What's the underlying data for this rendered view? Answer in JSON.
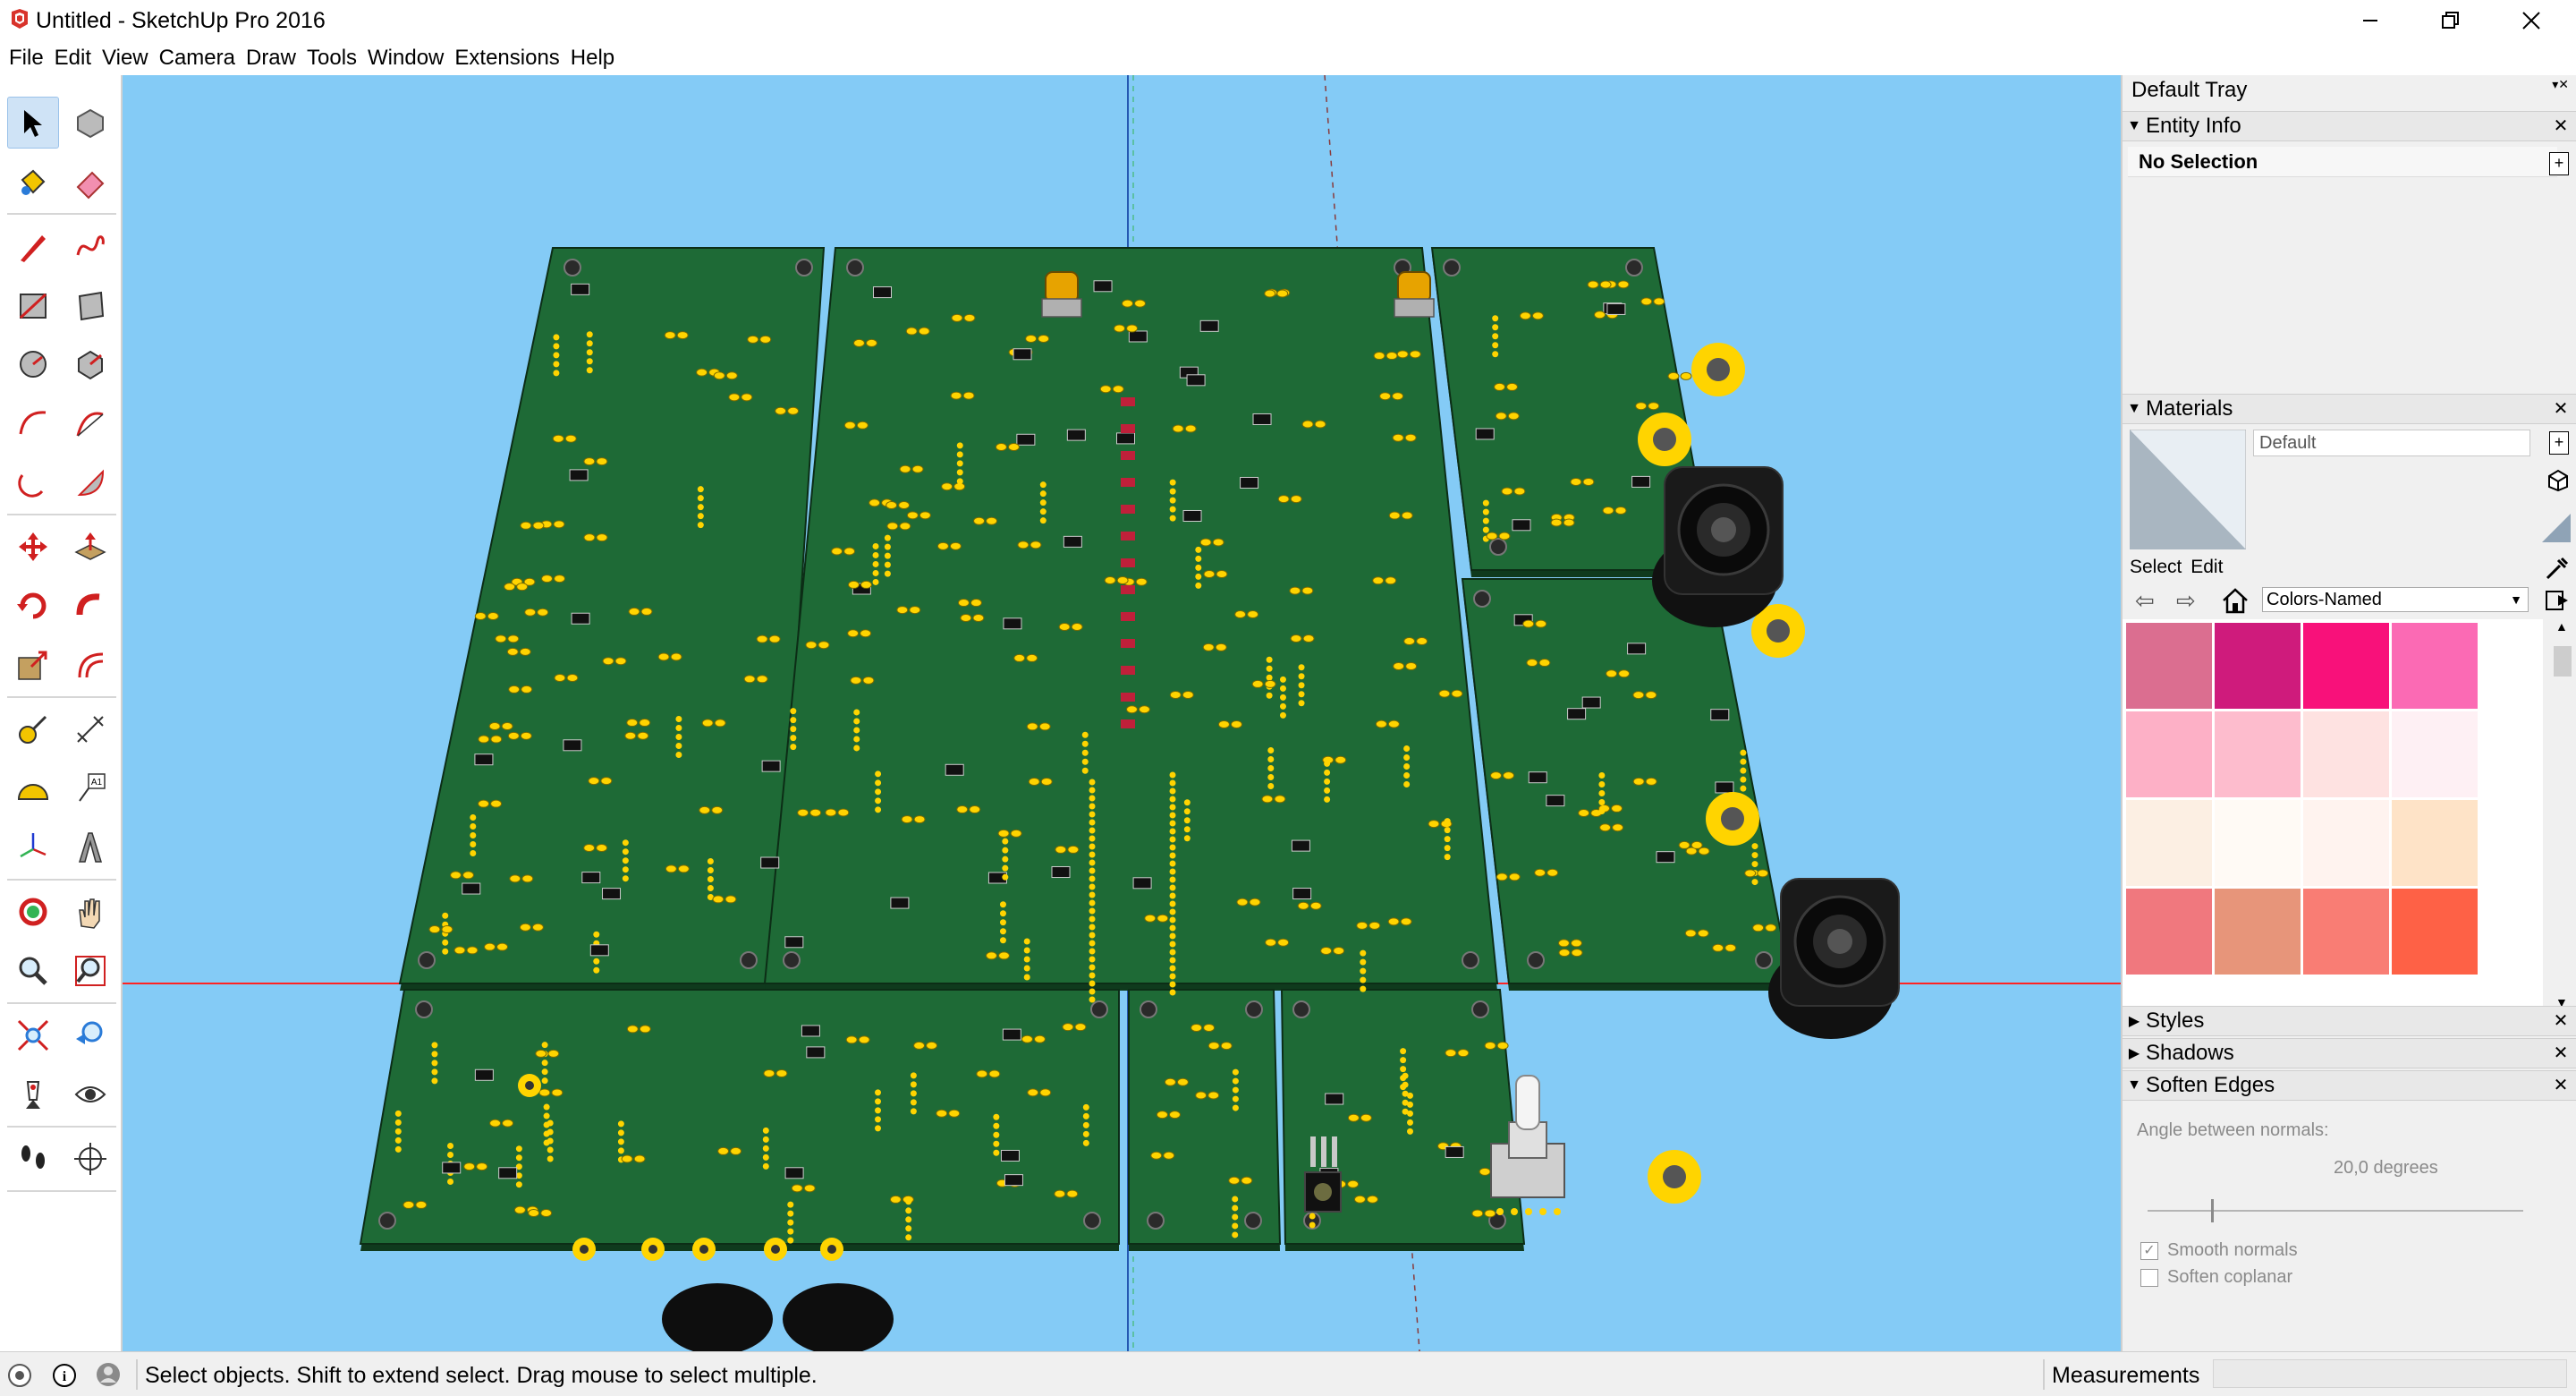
{
  "window": {
    "title": "Untitled - SketchUp Pro 2016"
  },
  "menu": [
    "File",
    "Edit",
    "View",
    "Camera",
    "Draw",
    "Tools",
    "Window",
    "Extensions",
    "Help"
  ],
  "tools": [
    {
      "name": "select-tool-icon",
      "active": true
    },
    {
      "name": "component-tool-icon"
    },
    {
      "name": "paint-bucket-tool-icon"
    },
    {
      "name": "eraser-tool-icon"
    },
    {
      "name": "pencil-line-tool-icon"
    },
    {
      "name": "freehand-tool-icon"
    },
    {
      "name": "rectangle-tool-icon"
    },
    {
      "name": "rotated-rectangle-tool-icon"
    },
    {
      "name": "circle-tool-icon"
    },
    {
      "name": "polygon-tool-icon"
    },
    {
      "name": "arc-tool-icon"
    },
    {
      "name": "two-point-arc-tool-icon"
    },
    {
      "name": "three-point-arc-tool-icon"
    },
    {
      "name": "pie-tool-icon"
    },
    {
      "name": "move-tool-icon"
    },
    {
      "name": "push-pull-tool-icon"
    },
    {
      "name": "rotate-tool-icon"
    },
    {
      "name": "follow-me-tool-icon"
    },
    {
      "name": "scale-tool-icon"
    },
    {
      "name": "offset-tool-icon"
    },
    {
      "name": "tape-measure-tool-icon"
    },
    {
      "name": "dimension-tool-icon"
    },
    {
      "name": "protractor-tool-icon"
    },
    {
      "name": "text-tool-icon"
    },
    {
      "name": "axes-tool-icon"
    },
    {
      "name": "3d-text-tool-icon"
    },
    {
      "name": "orbit-tool-icon"
    },
    {
      "name": "pan-tool-icon"
    },
    {
      "name": "zoom-tool-icon"
    },
    {
      "name": "zoom-window-tool-icon"
    },
    {
      "name": "zoom-extents-tool-icon"
    },
    {
      "name": "previous-view-tool-icon"
    },
    {
      "name": "position-camera-tool-icon"
    },
    {
      "name": "look-around-tool-icon"
    },
    {
      "name": "walk-tool-icon"
    },
    {
      "name": "section-plane-tool-icon"
    }
  ],
  "tray": {
    "title": "Default Tray",
    "entity_info": {
      "title": "Entity Info",
      "value": "No Selection"
    },
    "materials": {
      "title": "Materials",
      "material_name": "Default",
      "tab_select": "Select",
      "tab_edit": "Edit",
      "library": "Colors-Named",
      "swatches": [
        "#db6e90",
        "#cf1b7c",
        "#f8117a",
        "#fb6ab4",
        "#fdb0c6",
        "#fdbccd",
        "#fee2e1",
        "#fef0f4",
        "#fcefe3",
        "#fffaf5",
        "#fff3ef",
        "#fee3c7",
        "#f0787e",
        "#e7957a",
        "#f97d74",
        "#fe6146"
      ]
    },
    "styles": {
      "title": "Styles"
    },
    "shadows": {
      "title": "Shadows"
    },
    "soften_edges": {
      "title": "Soften Edges",
      "angle_label": "Angle between normals:",
      "angle_value": "20,0  degrees",
      "angle_fraction": 0.17,
      "smooth_normals": {
        "label": "Smooth normals",
        "checked": true
      },
      "soften_coplanar": {
        "label": "Soften coplanar",
        "checked": false
      }
    }
  },
  "status": {
    "message": "Select objects. Shift to extend select. Drag mouse to select multiple.",
    "measurements_label": "Measurements",
    "measurements_value": ""
  },
  "colors": {
    "sky": "#84cbf6",
    "pcb": "#1e6a36",
    "pad": "#ffd400",
    "axis_green": "#33b454",
    "axis_red": "#ff2222",
    "axis_blue": "#1f3ad1"
  }
}
